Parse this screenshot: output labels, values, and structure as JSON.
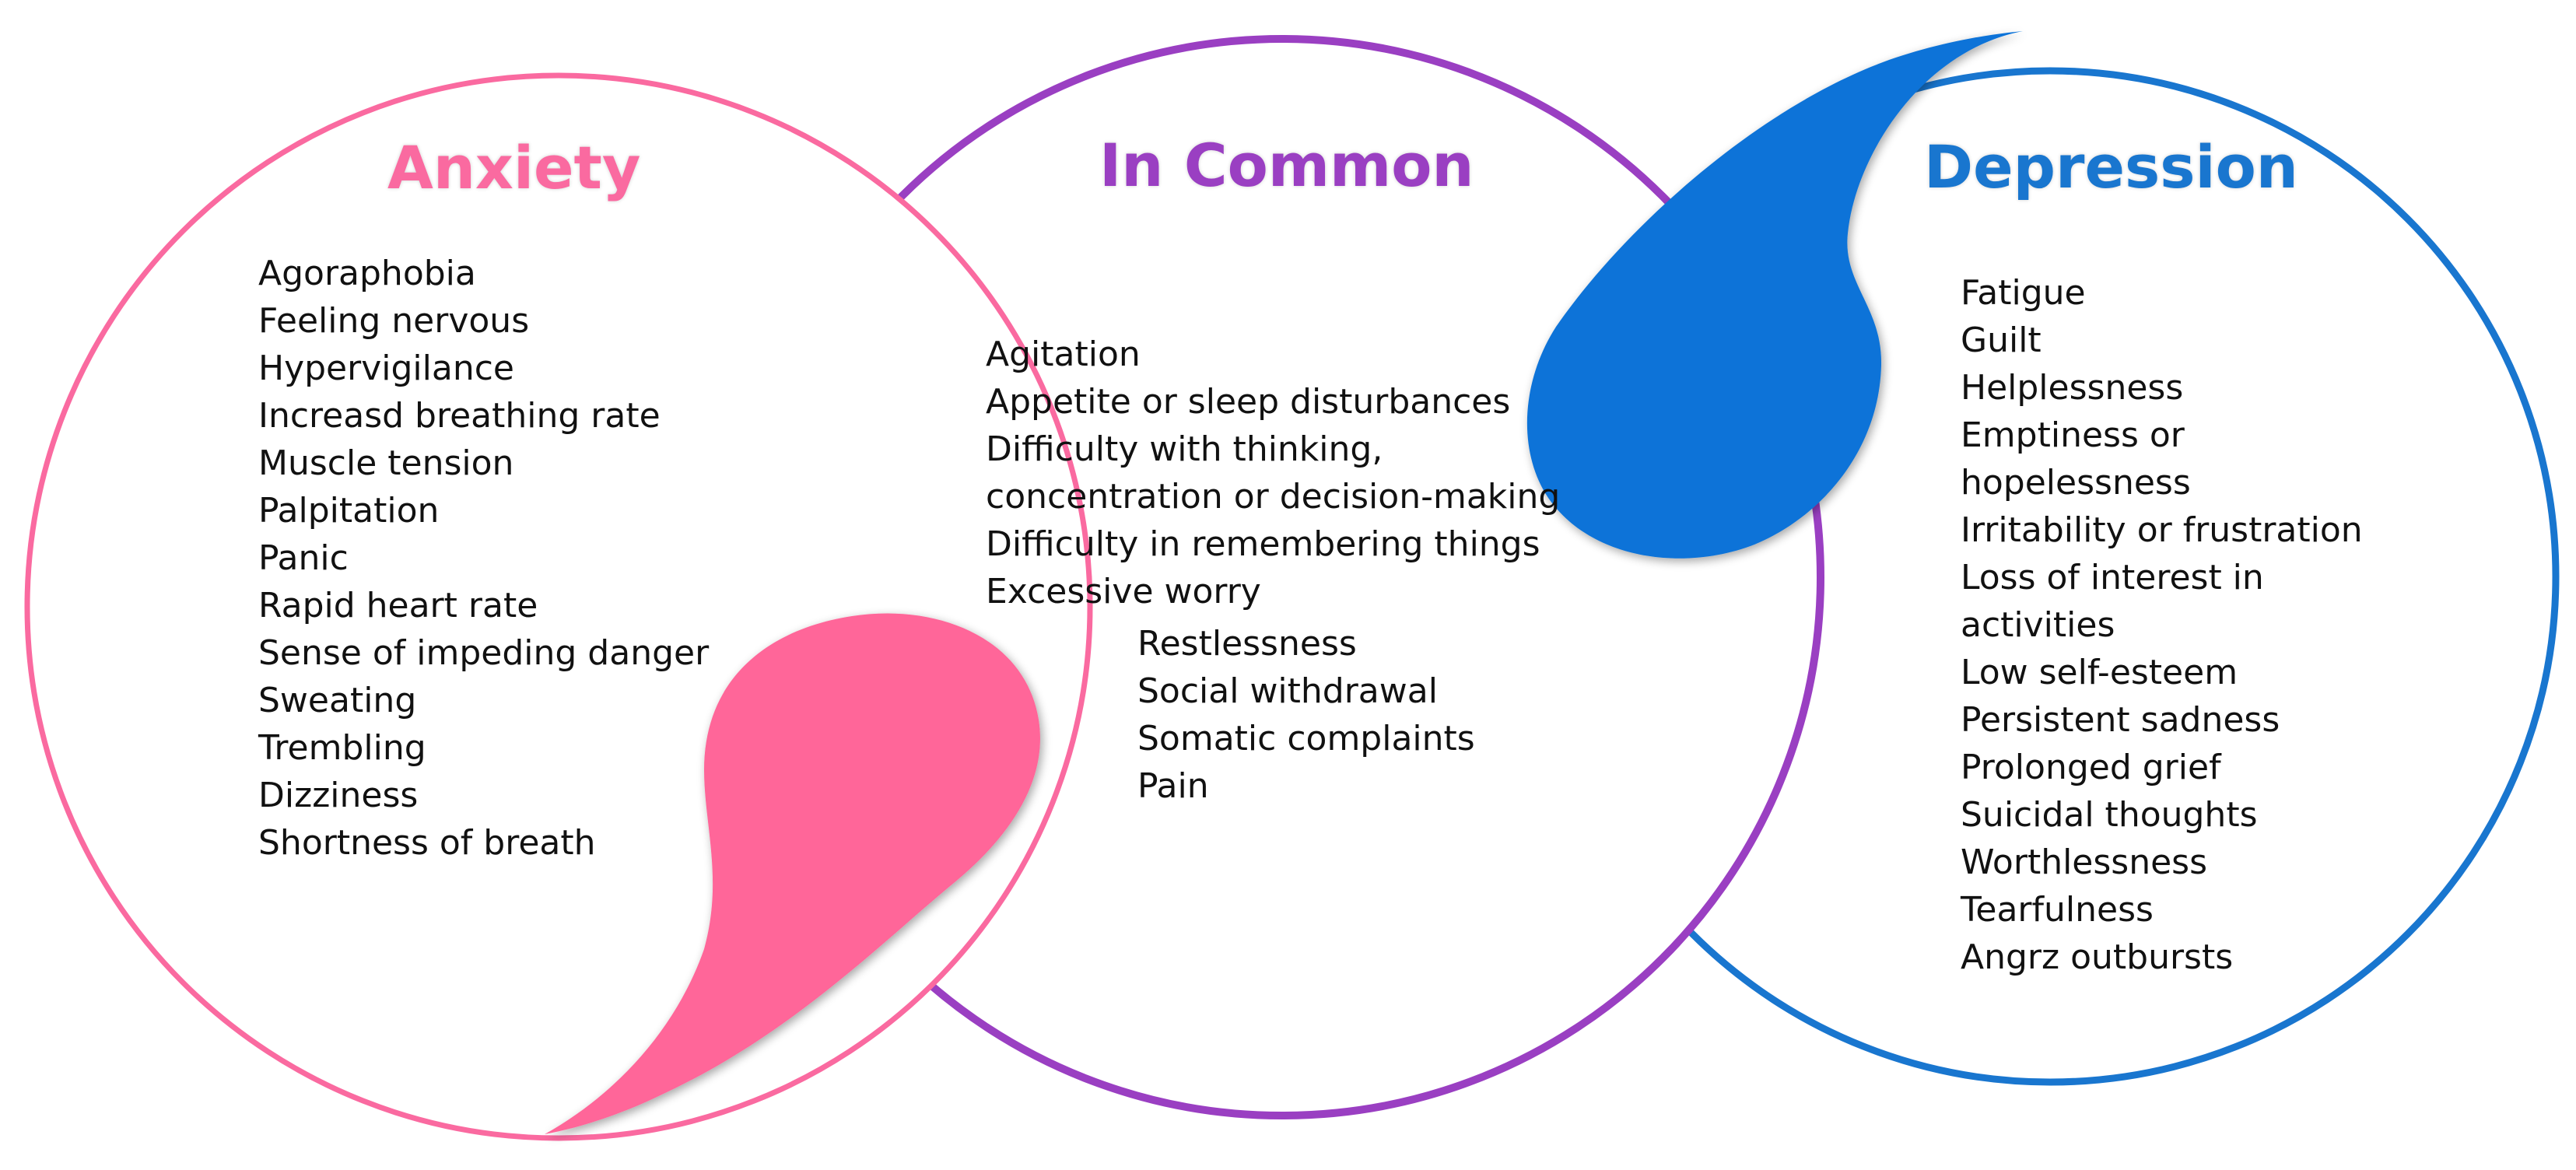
{
  "colors": {
    "anxiety": "#fa6aa0",
    "in_common": "#9a3fc2",
    "depression": "#1976cf",
    "drop_anxiety": "#ff6699",
    "drop_depression": "#0b73d8"
  },
  "anxiety": {
    "title": "Anxiety",
    "items": [
      "Agoraphobia",
      "Feeling nervous",
      "Hypervigilance",
      "Increasd breathing rate",
      "Muscle tension",
      "Palpitation",
      "Panic",
      "Rapid heart rate",
      "Sense of impeding danger",
      "Sweating",
      "Trembling",
      "Dizziness",
      "Shortness of breath"
    ]
  },
  "in_common": {
    "title": "In Common",
    "items": [
      "Agitation",
      "Appetite or sleep disturbances",
      "Difficulty with thinking,",
      "concentration or decision-making",
      "Difficulty in remembering things",
      "Excessive worry"
    ],
    "items_indented": [
      "Restlessness",
      "Social withdrawal",
      "Somatic complaints",
      "Pain"
    ]
  },
  "depression": {
    "title": "Depression",
    "items": [
      "Fatigue",
      "Guilt",
      "Helplessness",
      "Emptiness or",
      "hopelessness",
      "Irritability or frustration",
      "Loss of interest in",
      "activities",
      "Low self-esteem",
      "Persistent sadness",
      "Prolonged grief",
      "Suicidal thoughts",
      "Worthlessness",
      "Tearfulness",
      "Angrz outbursts"
    ]
  }
}
